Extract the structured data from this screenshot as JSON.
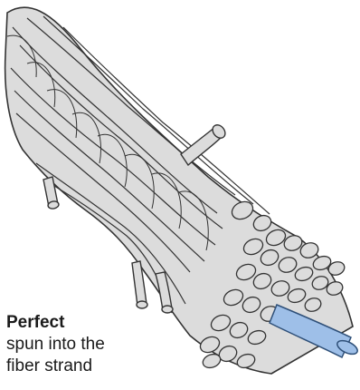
{
  "caption": {
    "title": "Perfect",
    "line1": "spun into the",
    "line2": "fiber strand"
  },
  "colors": {
    "fiber_fill": "#dcdcdc",
    "fiber_outline": "#333333",
    "highlight_fill": "#9ebfe8",
    "highlight_outline": "#2e4f78"
  }
}
